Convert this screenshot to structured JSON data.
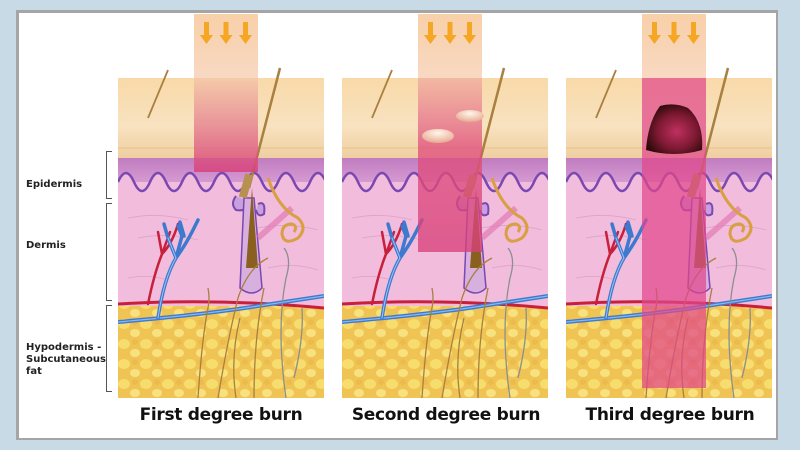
{
  "figure": {
    "layer_labels": {
      "epidermis": "Epidermis",
      "dermis": "Dermis",
      "hypodermis_line1": "Hypodermis -",
      "hypodermis_line2": "Subcutaneous",
      "hypodermis_line3": "fat"
    },
    "panels": [
      {
        "caption": "First degree burn",
        "depth": "epidermis",
        "icon": "heat-arrows-icon"
      },
      {
        "caption": "Second degree burn",
        "depth": "dermis",
        "icon": "heat-arrows-icon"
      },
      {
        "caption": "Third degree burn",
        "depth": "hypodermis",
        "icon": "heat-arrows-icon"
      }
    ],
    "colors": {
      "background": "#c8dae6",
      "epidermis_top": "#f8d6a8",
      "epidermis_basal": "#c98cc6",
      "dermis": "#f0b8dc",
      "fat": "#f0c85a",
      "burn_column": "#e0508c",
      "heat_arrows": "#f5a623",
      "artery": "#c8203c",
      "vein": "#3c7ad0"
    }
  }
}
